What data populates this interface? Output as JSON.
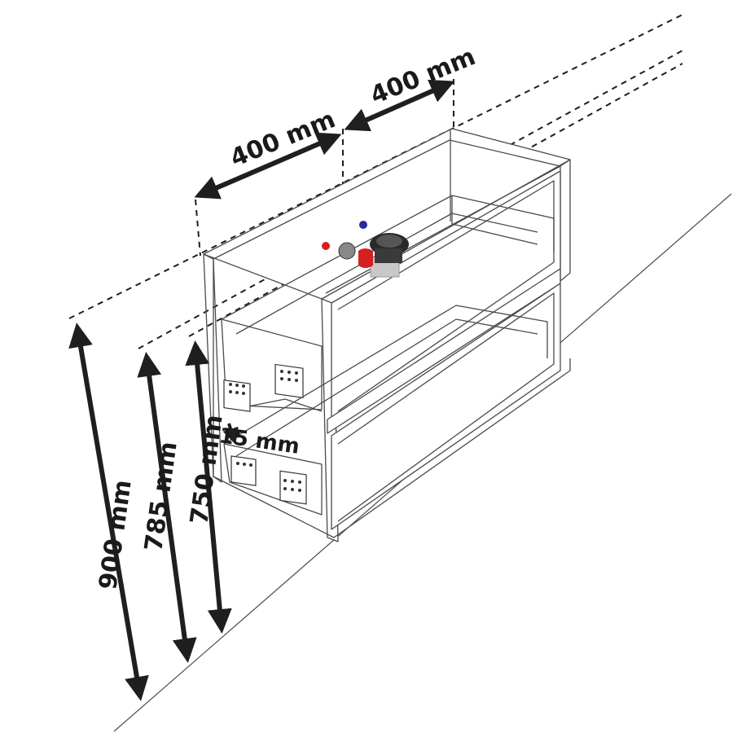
{
  "dimensions": {
    "width_left": "400 mm",
    "width_right": "400 mm",
    "height_total": "900 mm",
    "height_mid": "785 mm",
    "height_low": "750 mm",
    "gap": "15 mm"
  },
  "colors": {
    "line": "#1f1f1f",
    "cabinet_line": "#4a4a4a",
    "red_valve": "#d42020",
    "blue_valve": "#2a2a9a",
    "trap": "#2a2a2a",
    "pipe": "#c8c8c8"
  }
}
